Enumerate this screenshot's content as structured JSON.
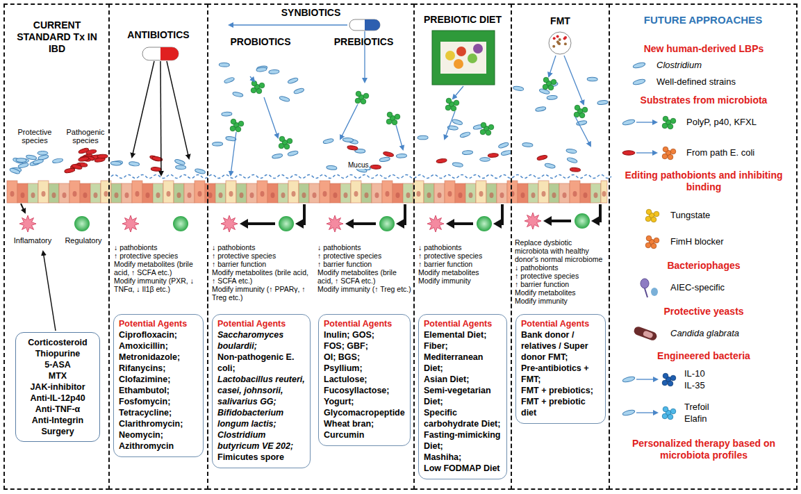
{
  "diagram": {
    "nodes": [
      {
        "text": [
          "CURRENT STANDARD Tx IN IBD"
        ]
      },
      {
        "text": [
          "Corticosteroid",
          "Thiopurine",
          "5-ASA",
          "MTX",
          "JAK-inhibitor",
          "Anti-IL-12p40",
          "Anti-TNF-α",
          "Anti-Integrin",
          "Surgery"
        ],
        "in": 0
      },
      {
        "text": [
          "ANTIBIOTICS"
        ]
      },
      {
        "text": [
          "Potential Agents",
          "Ciprofloxacin;",
          "Amoxicillin;",
          "Metronidazole;",
          "Rifanycins;",
          "Clofazimine;",
          "Ethambutol;",
          "Fosfomycin;",
          "Tetracycline;",
          "Clarithromycin;",
          "Neomycin;",
          "Azithromycin"
        ],
        "in": 2
      },
      {
        "text": [
          "SYNBIOTICS",
          "PROBIOTICS",
          "PREBIOTICS"
        ]
      },
      {
        "text": [
          "Potential Agents",
          "Saccharomyces boulardii;",
          "Non-pathogenic E. coli;",
          "Lactobacillus reuteri, casei, johnsorii, salivarius GG;",
          "Bifidobacterium longum lactis;",
          "Clostridium butyricum VE 202;",
          "Fimicutes spore"
        ],
        "in": 4
      },
      {
        "text": [
          "Potential Agents",
          "Inulin; GOS;",
          "FOS; GBF;",
          "OI; BGS;",
          "Psyllium;",
          "Lactulose;",
          "Fucosyllactose;",
          "Yogurt;",
          "Glycomacropeptide",
          "Wheat bran;",
          "Curcumin"
        ],
        "in": 4
      },
      {
        "text": [
          "PREBIOTIC DIET"
        ]
      },
      {
        "text": [
          "Potential Agents",
          "Elemental Diet;",
          "Fiber;",
          "Mediterranean Diet;",
          "Asian Diet;",
          "Semi-vegetarian Diet;",
          "Specific carbohydrate Diet;",
          "Fasting-mimicking Diet;",
          "Mashiha;",
          "Low FODMAP Diet"
        ],
        "in": 7
      },
      {
        "text": [
          "FMT"
        ]
      },
      {
        "text": [
          "Potential Agents",
          "Bank donor / relatives / Super donor FMT;",
          "Pre-antibiotics + FMT;",
          "FMT + prebiotics;",
          "FMT + prebiotic diet"
        ],
        "in": 9
      },
      {
        "text": [
          "FUTURE APPROACHES"
        ]
      }
    ],
    "labels": [
      "Protective species",
      "Pathogenic species",
      "Inflamatory",
      "Regulatory",
      "↓ pathobionts",
      "↑ protective species",
      "Modify metabolites (brile acid, ↑ SCFA etc.)",
      "Modify immunity (PXR, ↓ TNFα, ↓ Il1β etc.)",
      "↓ pathobionts",
      "↑ protective species",
      "↑ barrier function",
      "Modify metabolites (brile acid, ↑ SCFA etc.)",
      "Modify immunity (↑ PPARγ, ↑ Treg etc.)",
      "Mucus",
      "↓ pathobionts",
      "↑ protective species",
      "↑ barrier function",
      "Modify metabolites (brile acid, ↑ SCFA etc.)",
      "Modify immunity (↑ Treg etc.)",
      "↓ pathobionts",
      "↑ protective species",
      "↑ barrier function",
      "Modify metabolites",
      "Modify immunity",
      "Replace dysbiotic microbiota with healthy donor's normal microbiome",
      "↓ pathobionts",
      "↑ protective species",
      "↑ barrier function",
      "Modify metabolites",
      "Modify immunity",
      "New human-derived LBPs",
      "Clostridium",
      "Well-defined strains",
      "Substrates from microbiota",
      "PolyP, p40, KFXL",
      "From path E. coli",
      "Editing pathobionts and inhibiting binding",
      "Tungstate",
      "FimH blocker",
      "Bacteriophages",
      "AIEC-specific",
      "Protective yeasts",
      "Candida glabrata",
      "Engineered bacteria",
      "IL-10",
      "IL-35",
      "Trefoil",
      "Elafin",
      "Personalized therapy based on microbiota profiles"
    ]
  }
}
